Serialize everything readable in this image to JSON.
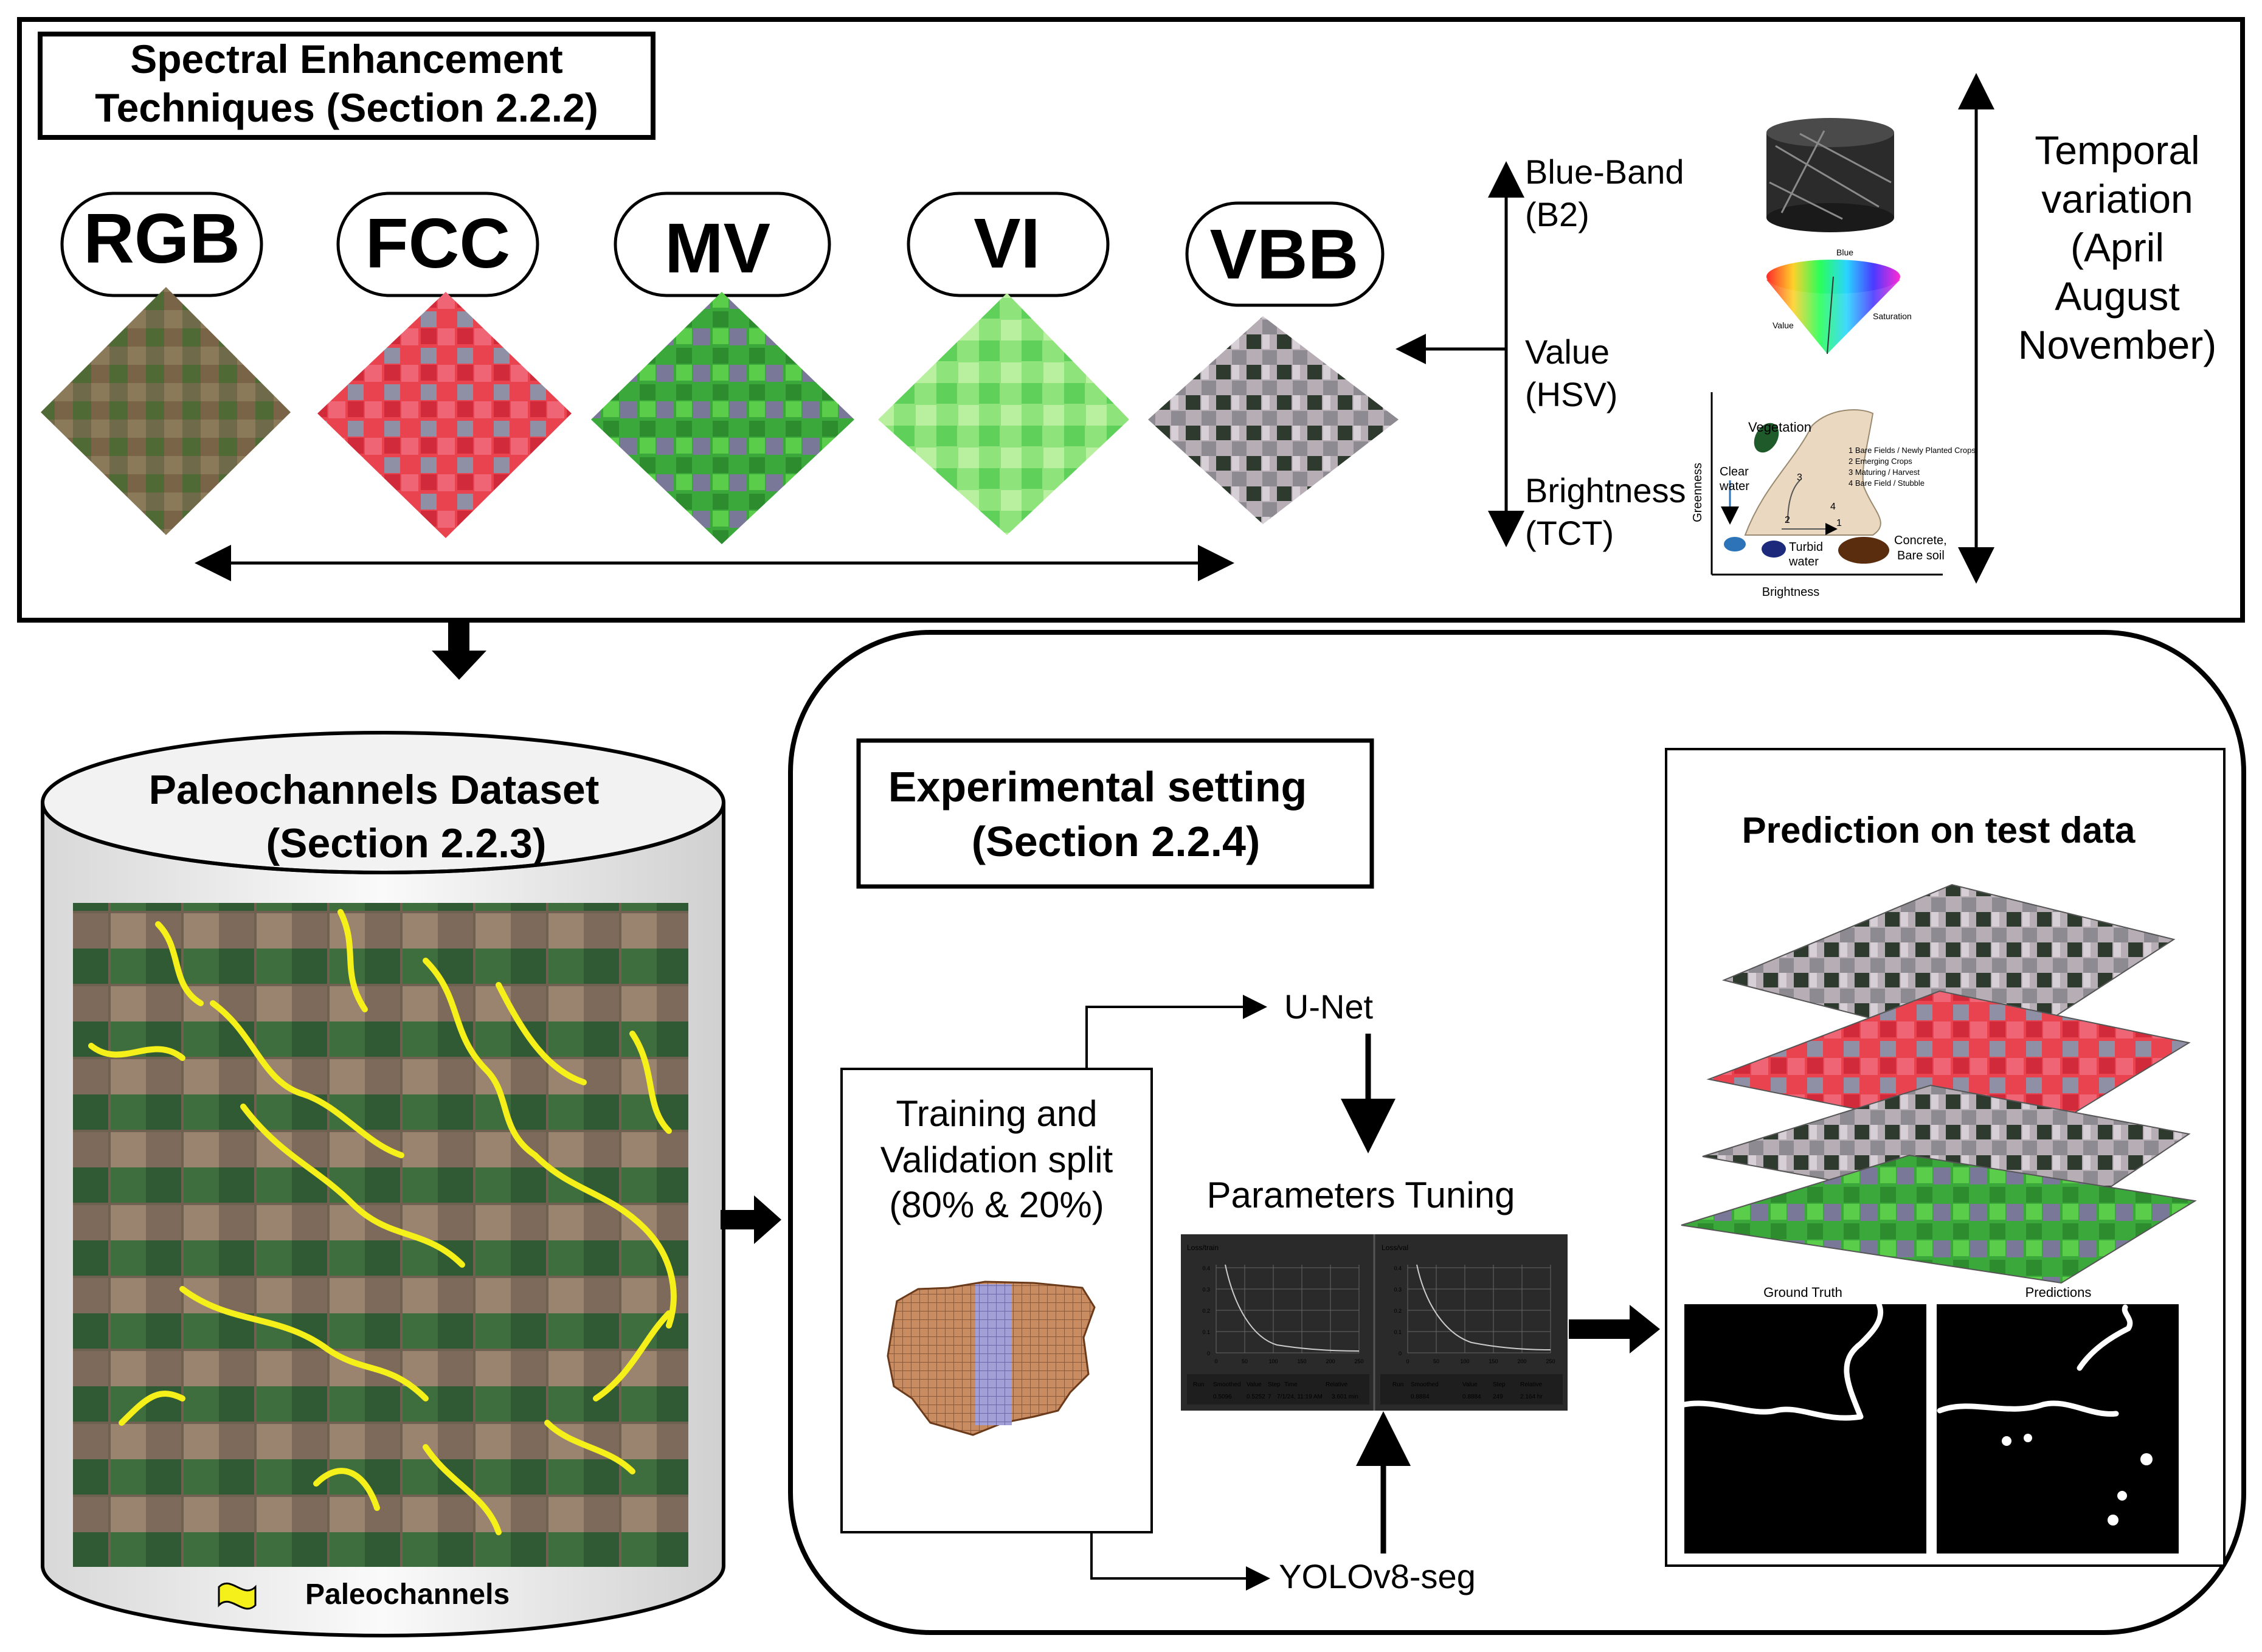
{
  "top_panel": {
    "title_line1": "Spectral Enhancement",
    "title_line2": "Techniques (Section 2.2.2)",
    "techniques": [
      "RGB",
      "FCC",
      "MV",
      "VI",
      "VBB"
    ],
    "bands": {
      "blue_line1": "Blue-Band",
      "blue_line2": "(B2)",
      "value_line1": "Value",
      "value_line2": "(HSV)",
      "bright_line1": "Brightness",
      "bright_line2": "(TCT)"
    },
    "hsv_labels": {
      "top": "Blue",
      "right": "Saturation",
      "left": "Value"
    },
    "tct_plot": {
      "ylabel": "Greenness",
      "xlabel": "Brightness",
      "vegetation": "Vegetation",
      "clear_water_1": "Clear",
      "clear_water_2": "water",
      "turbid_1": "Turbid",
      "turbid_2": "water",
      "concrete_1": "Concrete,",
      "concrete_2": "Bare soil",
      "legend": [
        "1 Bare Fields / Newly Planted Crops",
        "2 Emerging Crops",
        "3 Maturing / Harvest",
        "4 Bare Field / Stubble"
      ],
      "path_numbers": [
        "1",
        "2",
        "3",
        "4"
      ]
    },
    "temporal": [
      "Temporal",
      "variation",
      "(April",
      "August",
      "November)"
    ]
  },
  "dataset": {
    "title_line1": "Paleochannels Dataset",
    "title_line2": "(Section 2.2.3)",
    "legend": "Paleochannels"
  },
  "experiment": {
    "title_line1": "Experimental setting",
    "title_line2": "(Section 2.2.4)",
    "split": [
      "Training and",
      "Validation split",
      "(80% & 20%)"
    ],
    "unet": "U-Net",
    "yolo": "YOLOv8-seg",
    "tuning": "Parameters Tuning",
    "tb_left": {
      "title": "Loss/train",
      "yticks": [
        "0.4",
        "0.3",
        "0.2",
        "0.1",
        "0"
      ],
      "xticks": [
        "0",
        "50",
        "100",
        "150",
        "200",
        "250"
      ],
      "headers": [
        "Run",
        "Smoothed",
        "Value",
        "Step",
        "Time",
        "Relative"
      ],
      "row": [
        "0.5096",
        "0.5252",
        "7",
        "7/1/24, 11:19 AM",
        "3.601 min"
      ]
    },
    "tb_right": {
      "title": "Loss/val",
      "yticks": [
        "0.4",
        "0.3",
        "0.2",
        "0.1",
        "0"
      ],
      "xticks": [
        "0",
        "50",
        "100",
        "150",
        "200",
        "250"
      ],
      "headers": [
        "Run",
        "Smoothed",
        "Value",
        "Step",
        "Relative"
      ],
      "row": [
        "0.8884",
        "0.8884",
        "249",
        "2.164 hr"
      ]
    },
    "prediction_title": "Prediction on test data",
    "ground_truth": "Ground Truth",
    "predictions": "Predictions"
  },
  "colors": {
    "paleochannel": "#f5ef1a",
    "fcc_red": "#e8434f",
    "vi_green": "#5fd15a",
    "mv_green": "#3aa83a",
    "soil": "#c98b60",
    "val_band": "#a29ed6",
    "tb_dark": "#2a2a2a"
  }
}
